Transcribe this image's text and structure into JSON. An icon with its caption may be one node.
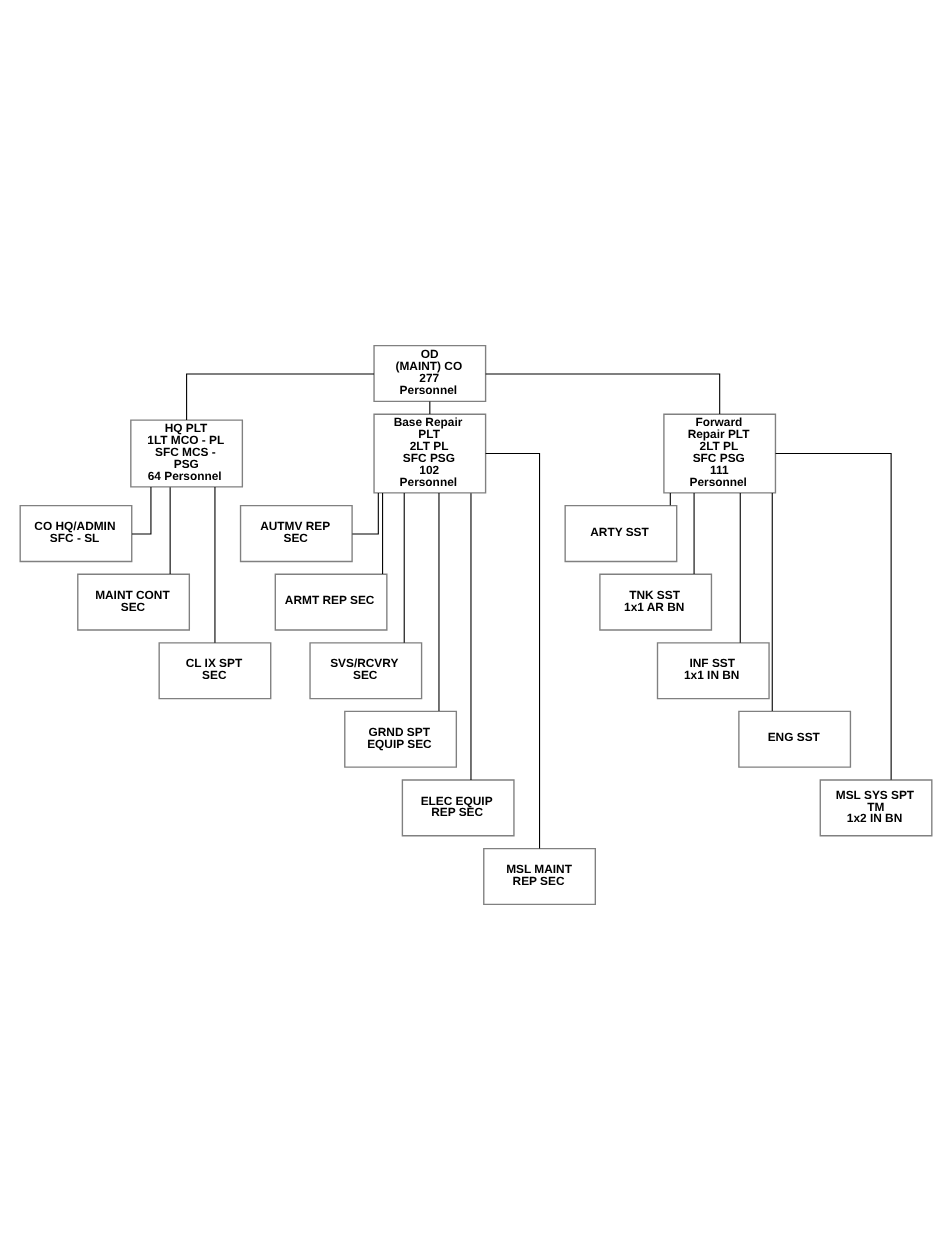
{
  "diagram": {
    "nodes": [
      {
        "text": [
          "OD",
          "(MAINT) CO",
          "277 Personnel"
        ]
      },
      {
        "text": [
          "HQ PLT",
          "1LT MCO - PL",
          "SFC MCS - PSG",
          "64 Personnel"
        ]
      },
      {
        "text": [
          "Base Repair PLT",
          "2LT PL",
          "SFC PSG",
          "102 Personnel"
        ]
      },
      {
        "text": [
          "Forward Repair PLT",
          "2LT PL",
          "SFC PSG",
          "111 Personnel"
        ]
      },
      {
        "text": [
          "CO HQ/ADMIN",
          "SFC - SL"
        ]
      },
      {
        "text": [
          "MAINT CONT SEC"
        ]
      },
      {
        "text": [
          "CL IX SPT SEC"
        ]
      },
      {
        "text": [
          "AUTMV REP SEC"
        ]
      },
      {
        "text": [
          "ARMT REP SEC"
        ]
      },
      {
        "text": [
          "SVS/RCVRY SEC"
        ]
      },
      {
        "text": [
          "GRND SPT EQUIP SEC"
        ]
      },
      {
        "text": [
          "ELEC EQUIP REP SEC"
        ]
      },
      {
        "text": [
          "MSL MAINT REP SEC"
        ]
      },
      {
        "text": [
          "ARTY SST"
        ]
      },
      {
        "text": [
          "TNK SST",
          "1x1 AR BN"
        ]
      },
      {
        "text": [
          "INF SST",
          "1x1 IN BN"
        ]
      },
      {
        "text": [
          "ENG SST"
        ]
      },
      {
        "text": [
          "MSL SYS SPT TM",
          "1x2 IN BN"
        ]
      }
    ],
    "edges": [
      {
        "from": 0,
        "to": 1,
        "arrow": "none"
      },
      {
        "from": 0,
        "to": 2,
        "arrow": "none"
      },
      {
        "from": 0,
        "to": 3,
        "arrow": "none"
      },
      {
        "from": 1,
        "to": 4,
        "arrow": "none"
      },
      {
        "from": 1,
        "to": 5,
        "arrow": "none"
      },
      {
        "from": 1,
        "to": 6,
        "arrow": "none"
      },
      {
        "from": 2,
        "to": 7,
        "arrow": "none"
      },
      {
        "from": 2,
        "to": 8,
        "arrow": "none"
      },
      {
        "from": 2,
        "to": 9,
        "arrow": "none"
      },
      {
        "from": 2,
        "to": 10,
        "arrow": "none"
      },
      {
        "from": 2,
        "to": 11,
        "arrow": "none"
      },
      {
        "from": 2,
        "to": 12,
        "arrow": "none"
      },
      {
        "from": 3,
        "to": 13,
        "arrow": "none"
      },
      {
        "from": 3,
        "to": 14,
        "arrow": "none"
      },
      {
        "from": 3,
        "to": 15,
        "arrow": "none"
      },
      {
        "from": 3,
        "to": 16,
        "arrow": "none"
      },
      {
        "from": 3,
        "to": 17,
        "arrow": "none"
      }
    ]
  }
}
